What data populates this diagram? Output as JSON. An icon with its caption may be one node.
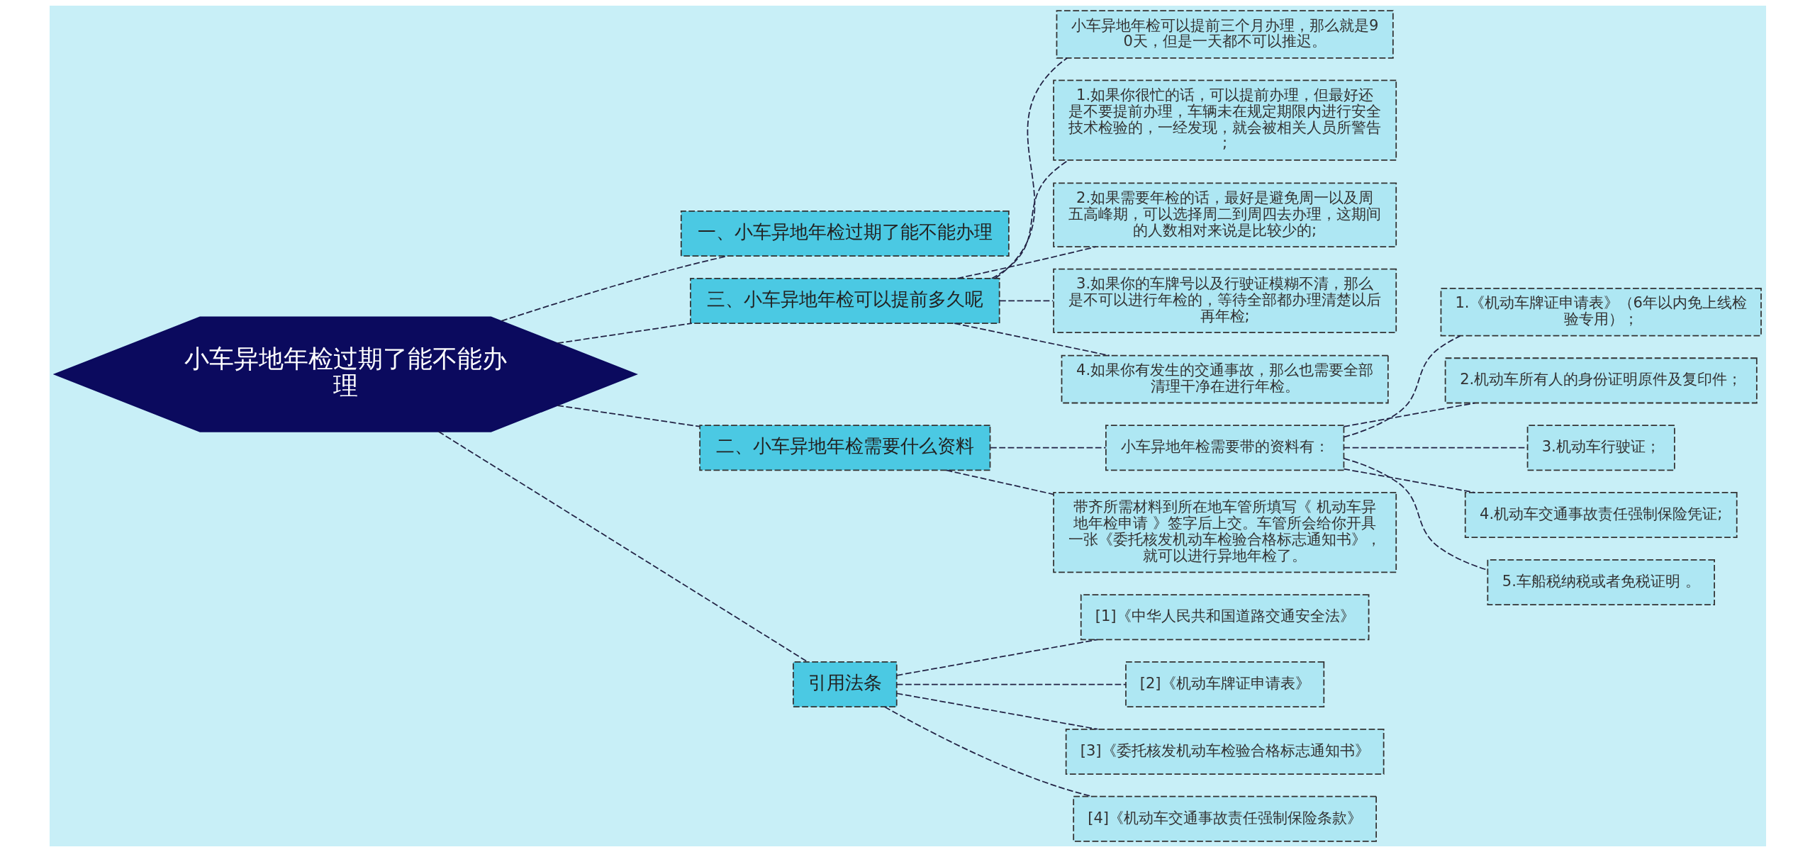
{
  "diagram": {
    "nodes": [
      {
        "text": [
          "小车异地年检过期了能不能办理"
        ]
      },
      {
        "text": [
          "一、小车异地年检过期了能不能办理"
        ]
      },
      {
        "text": [
          "三、小车异地年检可以提前多久呢"
        ]
      },
      {
        "text": [
          "小车异地年检可以提前三个月办理，那么就是90天，但是一天都不可以推迟。"
        ]
      },
      {
        "text": [
          "1.如果你很忙的话，可以提前办理，但最好还是不要提前办理，车辆未在规定期限内进行安全技术检验的，一经发现，就会被相关人员所警告;"
        ]
      },
      {
        "text": [
          "2.如果需要年检的话，最好是避免周一以及周五高峰期，可以选择周二到周四去办理，这期间的人数相对来说是比较少的;"
        ]
      },
      {
        "text": [
          "3.如果你的车牌号以及行驶证模糊不清，那么是不可以进行年检的，等待全部都办理清楚以后再年检;"
        ]
      },
      {
        "text": [
          "4.如果你有发生的交通事故，那么也需要全部清理干净在进行年检。"
        ]
      },
      {
        "text": [
          "二、小车异地年检需要什么资料"
        ]
      },
      {
        "text": [
          "小车异地年检需要带的资料有："
        ]
      },
      {
        "text": [
          "1.《机动车牌证申请表》（6年以内免上线检验专用）；"
        ]
      },
      {
        "text": [
          "2.机动车所有人的身份证明原件及复印件；"
        ]
      },
      {
        "text": [
          "3.机动车行驶证；"
        ]
      },
      {
        "text": [
          "4.机动车交通事故责任强制保险凭证;"
        ]
      },
      {
        "text": [
          "5.车船税纳税或者免税证明 。"
        ]
      },
      {
        "text": [
          "带齐所需材料到所在地车管所填写《 机动车异地年检申请 》签字后上交。车管所会给你开具一张《委托核发机动车检验合格标志通知书》，就可以进行异地年检了。"
        ]
      },
      {
        "text": [
          "引用法条"
        ]
      },
      {
        "text": [
          "[1]《中华人民共和国道路交通安全法》"
        ]
      },
      {
        "text": [
          "[2]《机动车牌证申请表》"
        ]
      },
      {
        "text": [
          "[3]《委托核发机动车检验合格标志通知书》"
        ]
      },
      {
        "text": [
          "[4]《机动车交通事故责任强制保险条款》"
        ]
      }
    ],
    "edges": [
      {
        "from": 0,
        "to": 1,
        "arrow": "none",
        "style": "dashed"
      },
      {
        "from": 0,
        "to": 2,
        "arrow": "none",
        "style": "dashed"
      },
      {
        "from": 2,
        "to": 3,
        "arrow": "none",
        "style": "dashed"
      },
      {
        "from": 2,
        "to": 4,
        "arrow": "none",
        "style": "dashed"
      },
      {
        "from": 2,
        "to": 5,
        "arrow": "none",
        "style": "dashed"
      },
      {
        "from": 2,
        "to": 6,
        "arrow": "none",
        "style": "dashed"
      },
      {
        "from": 2,
        "to": 7,
        "arrow": "none",
        "style": "dashed"
      },
      {
        "from": 0,
        "to": 8,
        "arrow": "none",
        "style": "dashed"
      },
      {
        "from": 8,
        "to": 9,
        "arrow": "none",
        "style": "dashed"
      },
      {
        "from": 9,
        "to": 10,
        "arrow": "none",
        "style": "dashed"
      },
      {
        "from": 9,
        "to": 11,
        "arrow": "none",
        "style": "dashed"
      },
      {
        "from": 9,
        "to": 12,
        "arrow": "none",
        "style": "dashed"
      },
      {
        "from": 9,
        "to": 13,
        "arrow": "none",
        "style": "dashed"
      },
      {
        "from": 9,
        "to": 14,
        "arrow": "none",
        "style": "dashed"
      },
      {
        "from": 8,
        "to": 15,
        "arrow": "none",
        "style": "dashed"
      },
      {
        "from": 0,
        "to": 16,
        "arrow": "none",
        "style": "dashed"
      },
      {
        "from": 16,
        "to": 17,
        "arrow": "none",
        "style": "dashed"
      },
      {
        "from": 16,
        "to": 18,
        "arrow": "none",
        "style": "dashed"
      },
      {
        "from": 16,
        "to": 19,
        "arrow": "none",
        "style": "dashed"
      },
      {
        "from": 16,
        "to": 20,
        "arrow": "none",
        "style": "dashed"
      }
    ]
  }
}
